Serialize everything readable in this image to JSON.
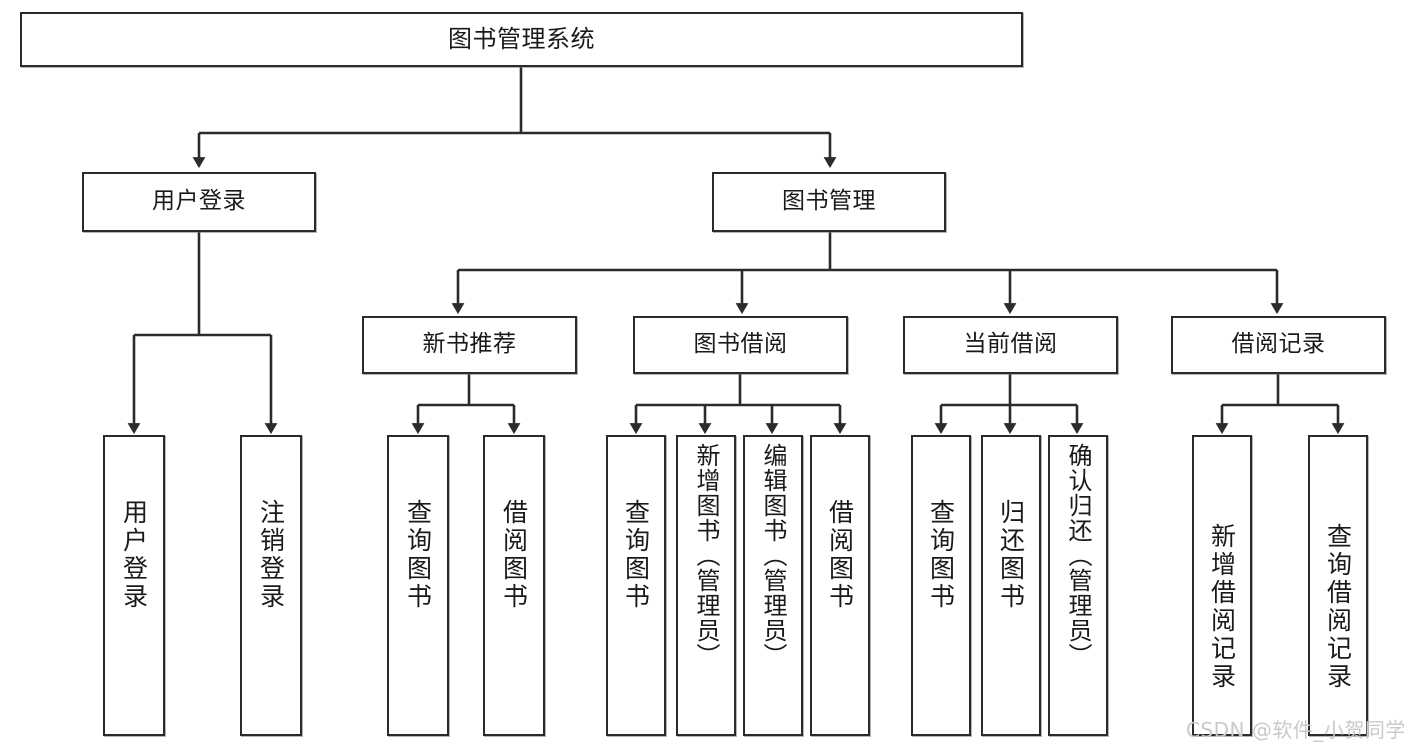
{
  "diagram": {
    "title": "图书管理系统",
    "type": "hierarchy-tree",
    "watermark": "CSDN @软件_小贺同学",
    "levels": {
      "root": "图书管理系统",
      "level2": [
        "用户登录",
        "图书管理"
      ],
      "level3": [
        "新书推荐",
        "图书借阅",
        "当前借阅",
        "借阅记录"
      ]
    },
    "nodes": {
      "root": {
        "label": "图书管理系统"
      },
      "user_login": {
        "label": "用户登录"
      },
      "book_manage": {
        "label": "图书管理"
      },
      "new_book_rec": {
        "label": "新书推荐"
      },
      "book_borrow": {
        "label": "图书借阅"
      },
      "current_borrow": {
        "label": "当前借阅"
      },
      "borrow_record": {
        "label": "借阅记录"
      },
      "leaf_user_login": {
        "label": "用户登录"
      },
      "leaf_logout": {
        "label": "注销登录"
      },
      "leaf_query_book_1": {
        "label": "查询图书"
      },
      "leaf_borrow_book_1": {
        "label": "借阅图书"
      },
      "leaf_query_book_2": {
        "label": "查询图书"
      },
      "leaf_add_book": {
        "label": "新增图书（管理员）"
      },
      "leaf_edit_book": {
        "label": "编辑图书（管理员）"
      },
      "leaf_borrow_book_2": {
        "label": "借阅图书"
      },
      "leaf_query_book_3": {
        "label": "查询图书"
      },
      "leaf_return_book": {
        "label": "归还图书"
      },
      "leaf_confirm_return": {
        "label": "确认归还（管理员）"
      },
      "leaf_add_record": {
        "label": "新增借阅记录"
      },
      "leaf_query_record": {
        "label": "查询借阅记录"
      }
    },
    "edges": [
      {
        "from": "root",
        "to": "user_login"
      },
      {
        "from": "root",
        "to": "book_manage"
      },
      {
        "from": "user_login",
        "to": "leaf_user_login"
      },
      {
        "from": "user_login",
        "to": "leaf_logout"
      },
      {
        "from": "book_manage",
        "to": "new_book_rec"
      },
      {
        "from": "book_manage",
        "to": "book_borrow"
      },
      {
        "from": "book_manage",
        "to": "current_borrow"
      },
      {
        "from": "book_manage",
        "to": "borrow_record"
      },
      {
        "from": "new_book_rec",
        "to": "leaf_query_book_1"
      },
      {
        "from": "new_book_rec",
        "to": "leaf_borrow_book_1"
      },
      {
        "from": "book_borrow",
        "to": "leaf_query_book_2"
      },
      {
        "from": "book_borrow",
        "to": "leaf_add_book"
      },
      {
        "from": "book_borrow",
        "to": "leaf_edit_book"
      },
      {
        "from": "book_borrow",
        "to": "leaf_borrow_book_2"
      },
      {
        "from": "current_borrow",
        "to": "leaf_query_book_3"
      },
      {
        "from": "current_borrow",
        "to": "leaf_return_book"
      },
      {
        "from": "current_borrow",
        "to": "leaf_confirm_return"
      },
      {
        "from": "borrow_record",
        "to": "leaf_add_record"
      },
      {
        "from": "borrow_record",
        "to": "leaf_query_record"
      }
    ],
    "colors": {
      "stroke": "#2b2b2b",
      "fill": "#ffffff",
      "text": "#1a1a1a",
      "watermark": "#c9c9c9"
    }
  }
}
